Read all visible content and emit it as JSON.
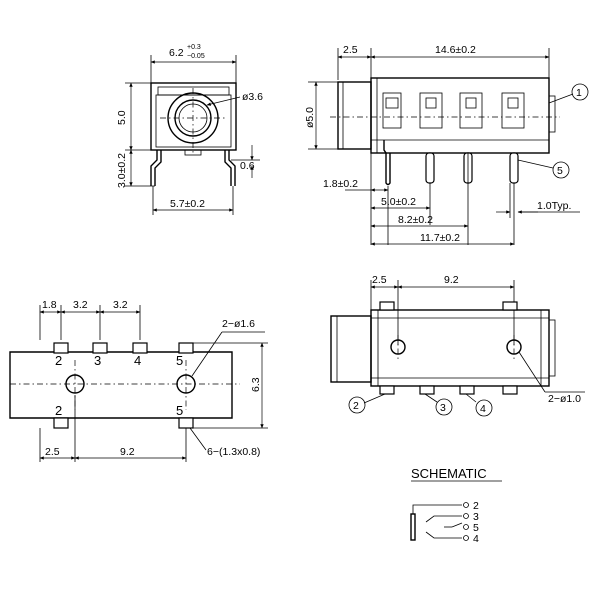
{
  "front_view": {
    "width_dim": "6.2",
    "width_tol_upper": "+0.3",
    "width_tol_lower": "−0.05",
    "hole_dia": "ø3.6",
    "height_dim": "5.0",
    "pin_height": "3.0±0.2",
    "pin_offset": "0.6",
    "pin_span": "5.7±0.2"
  },
  "side_view": {
    "nose_len": "2.5",
    "body_len": "14.6±0.2",
    "body_dia": "ø5.0",
    "pin1_pos": "1.8±0.2",
    "pin2_pos": "5.0±0.2",
    "pin3_pos": "8.2±0.2",
    "pin4_pos": "11.7±0.2",
    "pin_thk": "1.0Typ.",
    "callout_1": "1",
    "callout_5": "5"
  },
  "pcb_layout": {
    "d1": "1.8",
    "d2": "3.2",
    "d3": "3.2",
    "hole_callout": "2−ø1.6",
    "pad_labels_top": [
      "2",
      "3",
      "4",
      "5"
    ],
    "pad_labels_bottom": [
      "2",
      "5"
    ],
    "height_dim": "6.3",
    "left_dim": "2.5",
    "span_dim": "9.2",
    "pad_callout": "6−(1.3x0.8)"
  },
  "bottom_view": {
    "left_dim": "2.5",
    "span_dim": "9.2",
    "hole_callout": "2−ø1.0",
    "callouts": [
      "2",
      "3",
      "4"
    ]
  },
  "schematic": {
    "title": "SCHEMATIC",
    "pins": [
      "2",
      "3",
      "5",
      "4"
    ]
  }
}
